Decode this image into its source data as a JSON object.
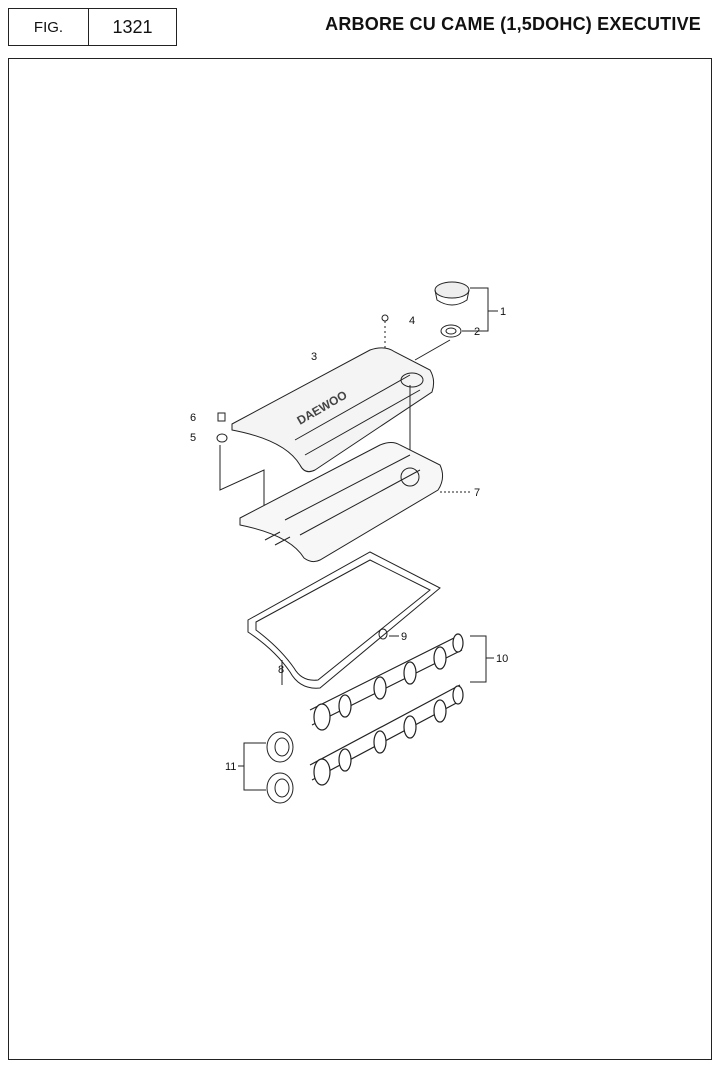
{
  "header": {
    "fig_label": "FIG.",
    "fig_number": "1321",
    "title": "ARBORE CU CAME (1,5DOHC) EXECUTIVE"
  },
  "diagram": {
    "callouts": [
      "1",
      "2",
      "3",
      "4",
      "5",
      "6",
      "7",
      "8",
      "9",
      "10",
      "11"
    ],
    "cover_logo_text": "DAEWOO"
  }
}
